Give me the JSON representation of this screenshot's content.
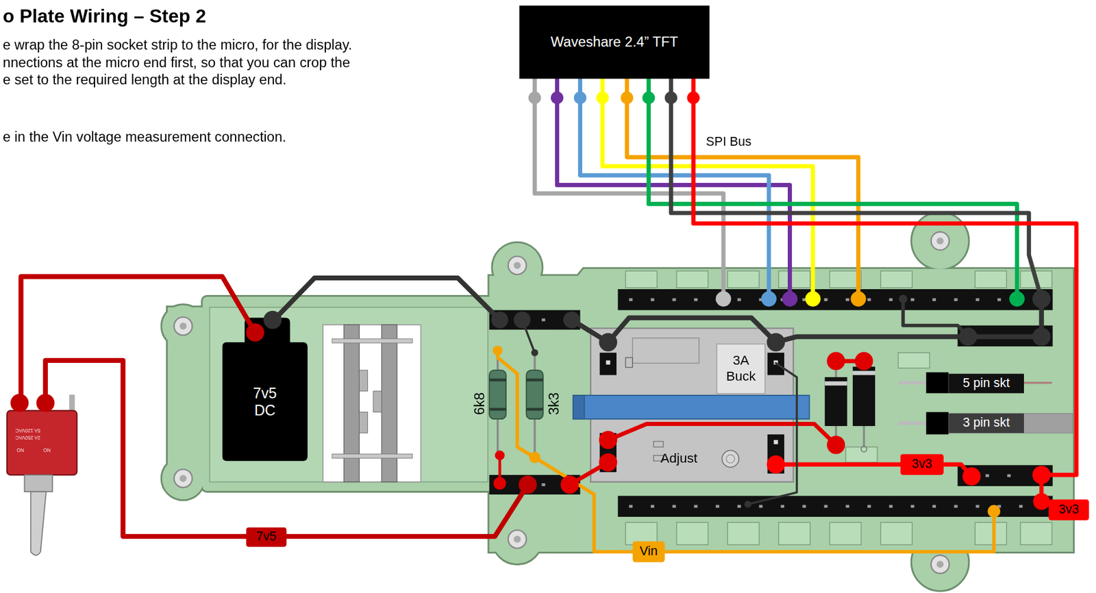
{
  "diagram": {
    "title": "o Plate Wiring – Step 2",
    "nodes": [
      {
        "text": [
          "Waveshare 2.4” TFT"
        ]
      },
      {
        "text": [
          "7v5 DC"
        ]
      },
      {
        "text": [
          "6k8"
        ]
      },
      {
        "text": [
          "3k3"
        ]
      },
      {
        "text": [
          "Adjust"
        ]
      },
      {
        "text": [
          "3A Buck"
        ],
        "in": 4
      },
      {
        "text": [
          "5 pin skt"
        ]
      },
      {
        "text": [
          "3 pin skt"
        ]
      },
      {
        "text": [
          "3v3"
        ]
      },
      {
        "text": [
          "3v3"
        ]
      },
      {
        "text": [
          "7v5"
        ]
      },
      {
        "text": [
          "Vin"
        ]
      }
    ],
    "labels": [
      "e wrap the 8-pin socket strip to the micro, for the display.",
      "nnections at the micro end first, so that you can crop the",
      "e set to the required length at the display end.",
      "e in the Vin voltage measurement connection.",
      "SPI Bus",
      "5A 120VAC",
      "2A 250VAC",
      "NO",
      "NO"
    ]
  }
}
